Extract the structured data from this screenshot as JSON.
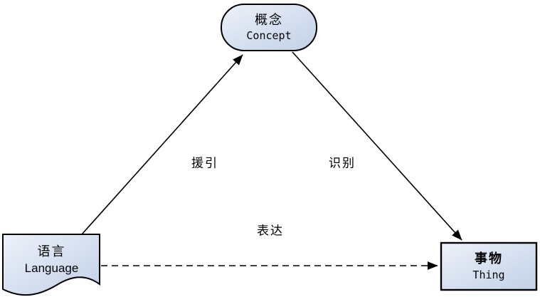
{
  "diagram": {
    "title": "semantic-triangle",
    "nodes": {
      "concept": {
        "zh": "概念",
        "en": "Concept",
        "shape": "stadium"
      },
      "language": {
        "zh": "语言",
        "en": "Language",
        "shape": "document"
      },
      "thing": {
        "zh": "事物",
        "en": "Thing",
        "shape": "rectangle"
      }
    },
    "edges": {
      "cite": {
        "label": "援引",
        "from": "language",
        "to": "concept",
        "line": "solid"
      },
      "identify": {
        "label": "识别",
        "from": "concept",
        "to": "thing",
        "line": "solid"
      },
      "express": {
        "label": "表达",
        "from": "language",
        "to": "thing",
        "line": "dashed"
      }
    },
    "colors": {
      "node_fill_light": "#eef2f9",
      "node_fill_dark": "#c3d1e6",
      "node_border": "#000000",
      "arrow": "#000000",
      "background": "#ffffff"
    }
  }
}
